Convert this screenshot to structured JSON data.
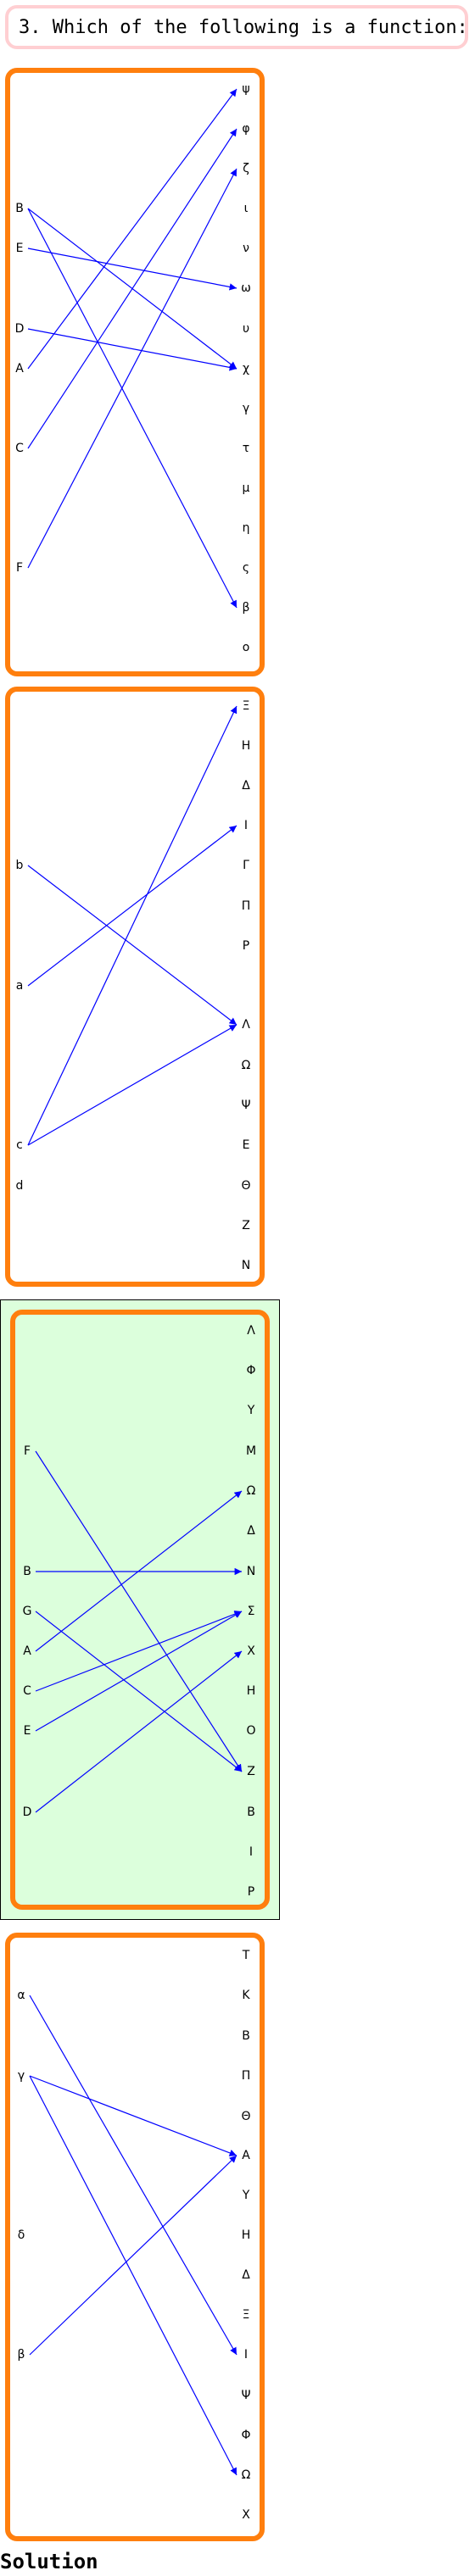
{
  "question": {
    "text": "3. Which of the following is a function:"
  },
  "solution_label": "Solution",
  "colors": {
    "arrow": "#0000ff",
    "panel_border": "#ff7f0e",
    "selected_bg": "#dcffdc",
    "question_border": "#ffcfd2"
  },
  "panels": [
    {
      "id": "panel-1",
      "selected": false,
      "left": [
        "B",
        "E",
        "D",
        "A",
        "C",
        "F"
      ],
      "right": [
        "ψ",
        "φ",
        "ζ",
        "ι",
        "ν",
        "ω",
        "υ",
        "χ",
        "γ",
        "τ",
        "μ",
        "η",
        "ς",
        "β",
        "ο"
      ],
      "arrows": [
        [
          "B",
          "χ"
        ],
        [
          "B",
          "β"
        ],
        [
          "E",
          "ω"
        ],
        [
          "D",
          "χ"
        ],
        [
          "A",
          "ψ"
        ],
        [
          "C",
          "φ"
        ],
        [
          "F",
          "ζ"
        ]
      ]
    },
    {
      "id": "panel-2",
      "selected": false,
      "left": [
        "b",
        "a",
        "c",
        "d"
      ],
      "right": [
        "Ξ",
        "Η",
        "Δ",
        "Ι",
        "Γ",
        "Π",
        "Ρ",
        "Λ",
        "Ω",
        "Ψ",
        "Ε",
        "Θ",
        "Ζ",
        "Ν"
      ],
      "arrows": [
        [
          "b",
          "Λ"
        ],
        [
          "a",
          "Ι"
        ],
        [
          "c",
          "Ξ"
        ],
        [
          "c",
          "Λ"
        ]
      ]
    },
    {
      "id": "panel-3",
      "selected": true,
      "left": [
        "F",
        "B",
        "G",
        "A",
        "C",
        "E",
        "D"
      ],
      "right": [
        "Λ",
        "Φ",
        "Υ",
        "Μ",
        "Ω",
        "Δ",
        "Ν",
        "Σ",
        "Χ",
        "Η",
        "Ο",
        "Ζ",
        "Β",
        "Ι",
        "Ρ"
      ],
      "arrows": [
        [
          "F",
          "Ζ"
        ],
        [
          "B",
          "Ν"
        ],
        [
          "G",
          "Ζ"
        ],
        [
          "A",
          "Ω"
        ],
        [
          "C",
          "Σ"
        ],
        [
          "E",
          "Σ"
        ],
        [
          "D",
          "Χ"
        ]
      ]
    },
    {
      "id": "panel-4",
      "selected": false,
      "left": [
        "α",
        "γ",
        "δ",
        "β"
      ],
      "right": [
        "Τ",
        "Κ",
        "Β",
        "Π",
        "Θ",
        "Α",
        "Υ",
        "Η",
        "Δ",
        "Ξ",
        "Ι",
        "Ψ",
        "Φ",
        "Ω",
        "Χ"
      ],
      "arrows": [
        [
          "α",
          "Ι"
        ],
        [
          "γ",
          "Α"
        ],
        [
          "γ",
          "Ω"
        ],
        [
          "β",
          "Α"
        ]
      ]
    }
  ]
}
